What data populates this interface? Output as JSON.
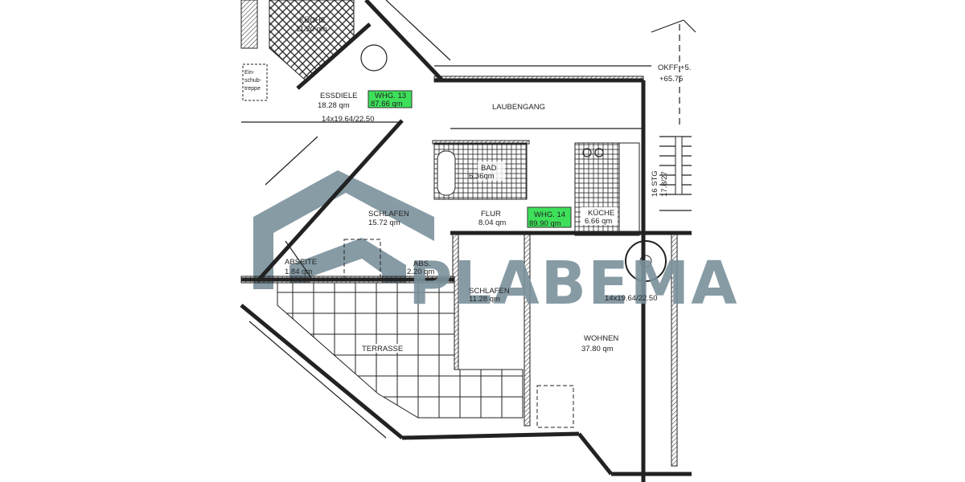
{
  "plan": {
    "rooms": [
      {
        "name": "KÜCHE",
        "area": "11.20 qm"
      },
      {
        "name": "ESSDIELE",
        "area": "18.28 qm"
      },
      {
        "name": "LAUBENGANG"
      },
      {
        "name": "BAD",
        "area": "6.36qm"
      },
      {
        "name": "SCHLAFEN",
        "area": "15.72 qm"
      },
      {
        "name": "FLUR",
        "area": "8.04 qm"
      },
      {
        "name": "KÜCHE",
        "area": "6.66 qm"
      },
      {
        "name": "ABSEITE",
        "area": "1.84 qm"
      },
      {
        "name": "ABS.",
        "area": "2.20 qm"
      },
      {
        "name": "SCHLAFEN",
        "area": "11.28 qm"
      },
      {
        "name": "TERRASSE"
      },
      {
        "name": "WOHNEN",
        "area": "37.80 qm"
      }
    ],
    "units": [
      {
        "label": "WHG. 13",
        "area": "87.66 qm"
      },
      {
        "label": "WHG. 14",
        "area": "89.90 qm"
      }
    ],
    "einschubtreppe": [
      "Ein-",
      "schub-",
      "treppe"
    ],
    "dimension_notes": [
      "14x19.64/22.50",
      "14x19.64/22.50"
    ],
    "level": {
      "okff": "OKFF +5.",
      "height": "+65.75"
    },
    "stairs": {
      "steps": "16 STG",
      "rise_run": "17.8/27"
    },
    "highlight_color": "#3ee05a",
    "watermark": "PLABEMA",
    "watermark_color": "#7b919c"
  }
}
